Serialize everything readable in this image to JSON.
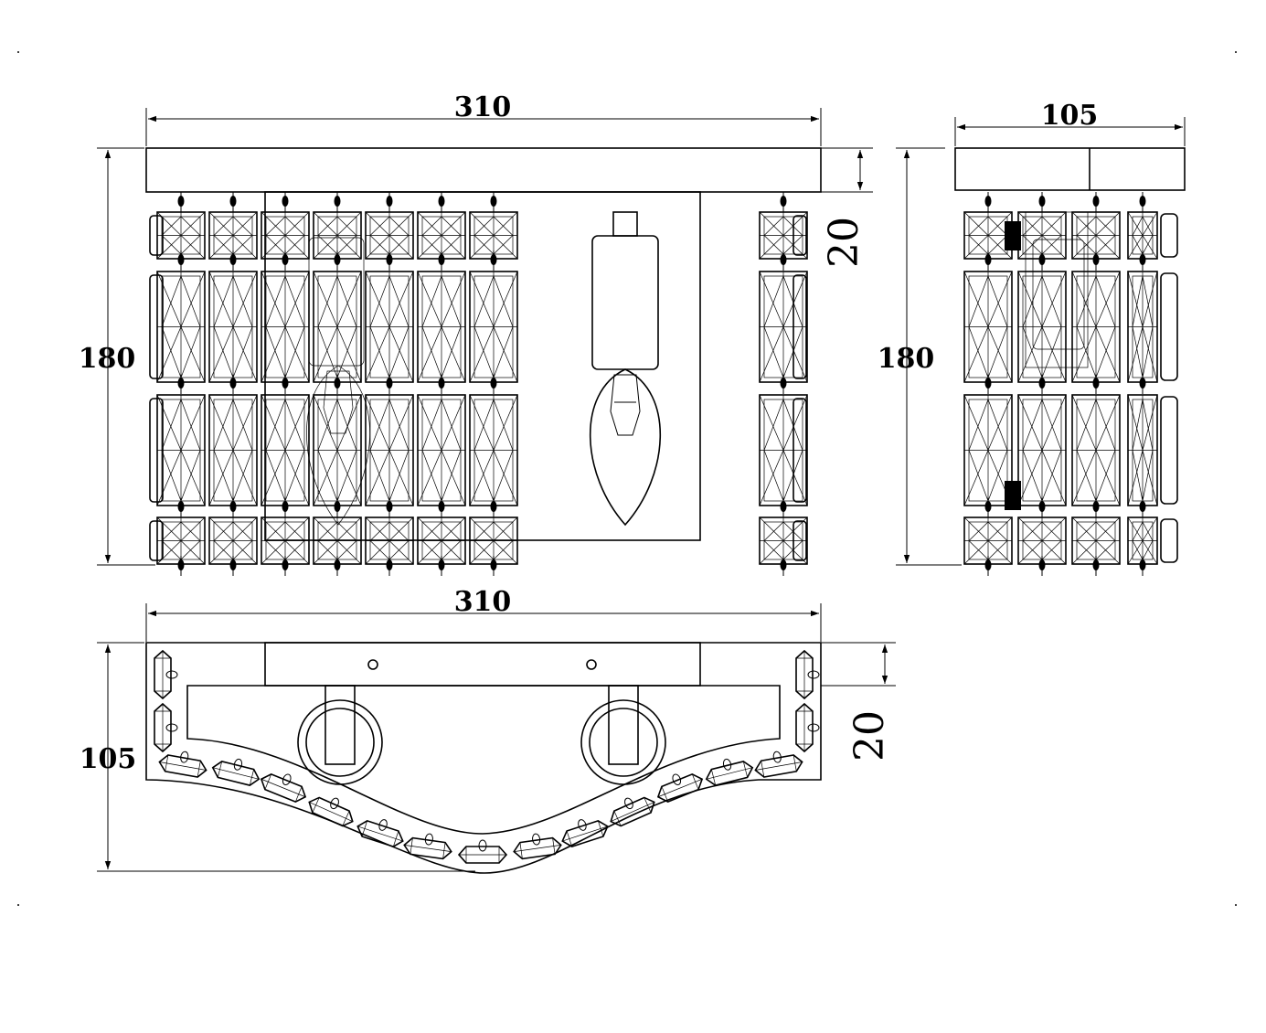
{
  "dimensions": {
    "front_width": "310",
    "front_height": "180",
    "front_plate": "20",
    "side_width": "105",
    "side_height": "180",
    "top_width": "310",
    "top_depth": "105",
    "top_plate": "20"
  },
  "colors": {
    "line": "#000000",
    "background": "#ffffff"
  }
}
